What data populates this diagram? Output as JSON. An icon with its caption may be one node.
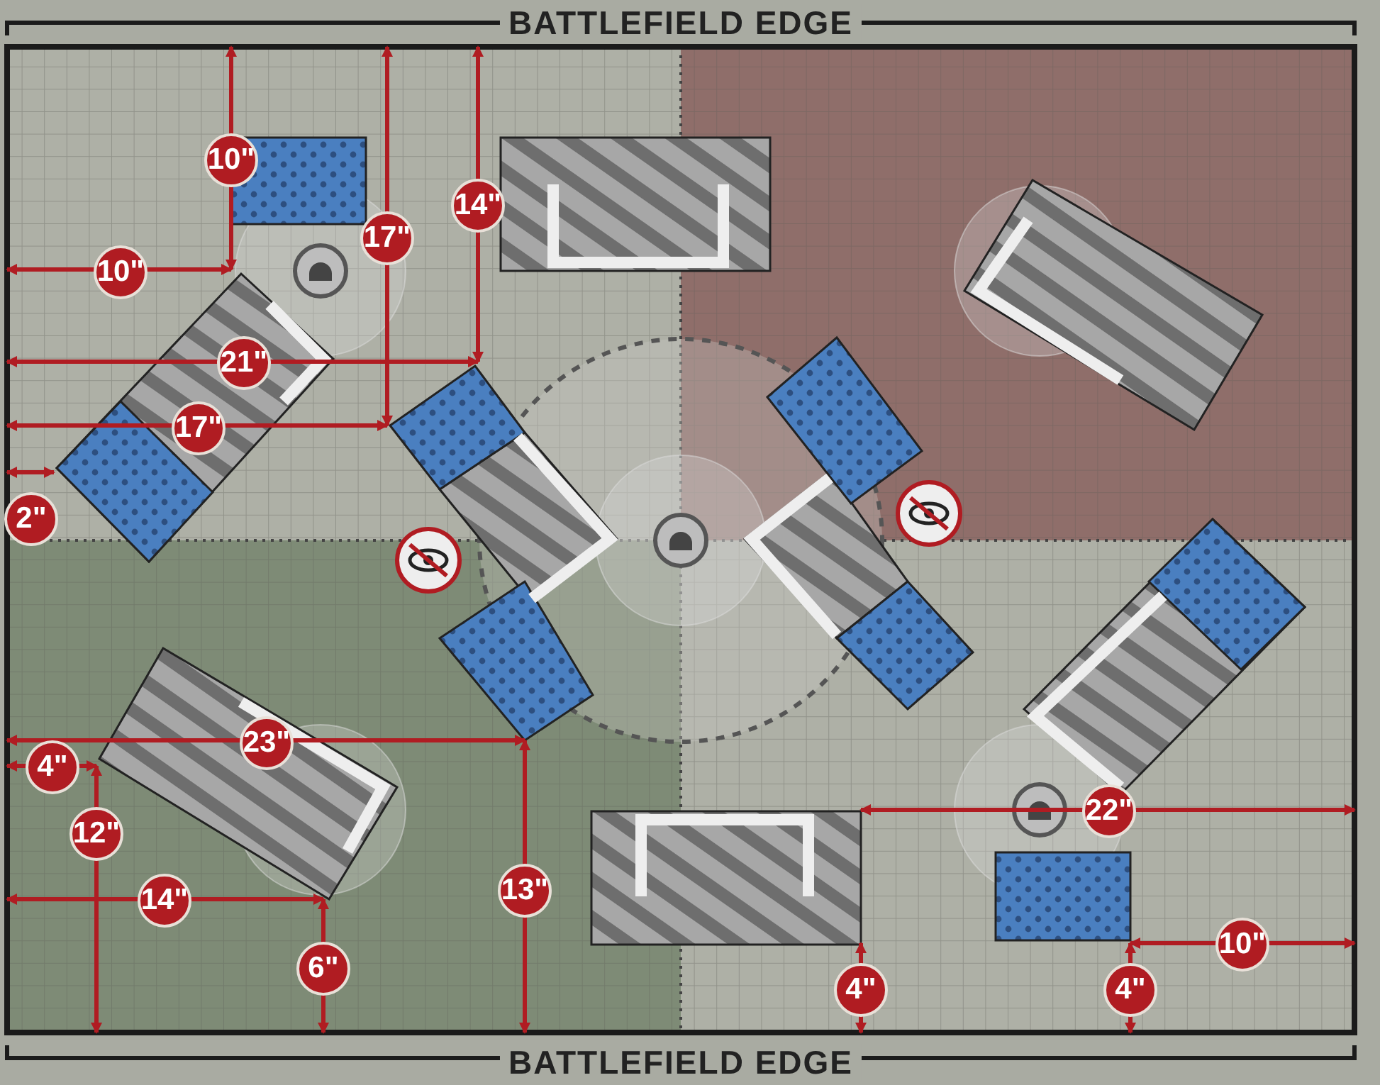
{
  "diagram": {
    "labels": [
      "BATTLEFIELD EDGE",
      "10\"",
      "17\"",
      "14\"",
      "10\"",
      "21\"",
      "17\"",
      "2\"",
      "23\"",
      "4\"",
      "12\"",
      "22\"",
      "14\"",
      "13\"",
      "6\"",
      "10\"",
      "4\"",
      "4\"",
      "BATTLEFIELD EDGE"
    ]
  }
}
